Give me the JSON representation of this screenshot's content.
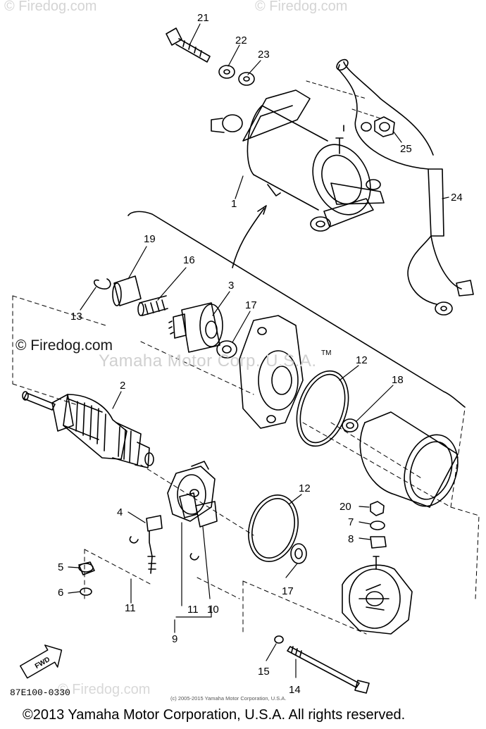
{
  "watermarks": {
    "top_left": "© Firedog.com",
    "top_right": "© Firedog.com",
    "middle_left": "© Firedog.com",
    "middle_center": "Yamaha Motor Corp. U.S.A.",
    "bottom": "© Firedog.com"
  },
  "labels": {
    "l1": "1",
    "l2": "2",
    "l3": "3",
    "l4": "4",
    "l5": "5",
    "l6": "6",
    "l7": "7",
    "l8": "8",
    "l9": "9",
    "l10": "10",
    "l11a": "11",
    "l11b": "11",
    "l12a": "12",
    "l12b": "12",
    "l13": "13",
    "l14": "14",
    "l15": "15",
    "l16": "16",
    "l17a": "17",
    "l17b": "17",
    "l18": "18",
    "l19": "19",
    "l20": "20",
    "l21": "21",
    "l22": "22",
    "l23": "23",
    "l24": "24",
    "l25": "25",
    "tm": "TM"
  },
  "fwd_label": "FWD",
  "diagram_code": "87E100-0330",
  "source_copyright": "(c) 2005-2015 Yamaha Motor Corporation, U.S.A.",
  "footer_copyright": "©2013 Yamaha Motor Corporation, U.S.A. All rights reserved."
}
